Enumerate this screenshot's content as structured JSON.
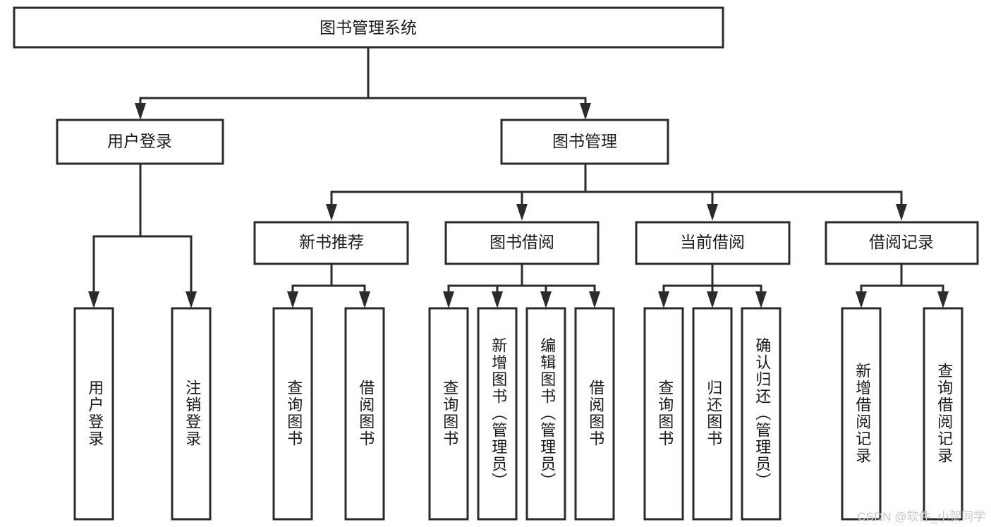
{
  "diagram": {
    "title": "图书管理系统",
    "type": "tree-hierarchy",
    "watermark": "CSDN @软件_小贺同学",
    "root": {
      "id": "root",
      "label": "图书管理系统"
    },
    "level2": [
      {
        "id": "user-login",
        "label": "用户登录"
      },
      {
        "id": "book-manage",
        "label": "图书管理"
      }
    ],
    "level3": [
      {
        "id": "new-book-recommend",
        "label": "新书推荐",
        "parent": "book-manage"
      },
      {
        "id": "book-borrow",
        "label": "图书借阅",
        "parent": "book-manage"
      },
      {
        "id": "current-borrow",
        "label": "当前借阅",
        "parent": "book-manage"
      },
      {
        "id": "borrow-record",
        "label": "借阅记录",
        "parent": "book-manage"
      }
    ],
    "leaves": [
      {
        "id": "leaf-user-login",
        "label": "用户登录",
        "parent": "user-login"
      },
      {
        "id": "leaf-logout",
        "label": "注销登录",
        "parent": "user-login"
      },
      {
        "id": "leaf-query-book-1",
        "label": "查询图书",
        "parent": "new-book-recommend"
      },
      {
        "id": "leaf-borrow-book-1",
        "label": "借阅图书",
        "parent": "new-book-recommend"
      },
      {
        "id": "leaf-query-book-2",
        "label": "查询图书",
        "parent": "book-borrow"
      },
      {
        "id": "leaf-add-book",
        "label": "新增图书（管理员）",
        "parent": "book-borrow"
      },
      {
        "id": "leaf-edit-book",
        "label": "编辑图书（管理员）",
        "parent": "book-borrow"
      },
      {
        "id": "leaf-borrow-book-2",
        "label": "借阅图书",
        "parent": "book-borrow"
      },
      {
        "id": "leaf-query-book-3",
        "label": "查询图书",
        "parent": "current-borrow"
      },
      {
        "id": "leaf-return-book",
        "label": "归还图书",
        "parent": "current-borrow"
      },
      {
        "id": "leaf-confirm-return",
        "label": "确认归还（管理员）",
        "parent": "current-borrow"
      },
      {
        "id": "leaf-add-record",
        "label": "新增借阅记录",
        "parent": "borrow-record"
      },
      {
        "id": "leaf-query-record",
        "label": "查询借阅记录",
        "parent": "borrow-record"
      }
    ],
    "colors": {
      "stroke": "#2b2b2b",
      "fill": "#ffffff",
      "text": "#1a1a1a",
      "watermark": "#c9c9c9"
    }
  }
}
